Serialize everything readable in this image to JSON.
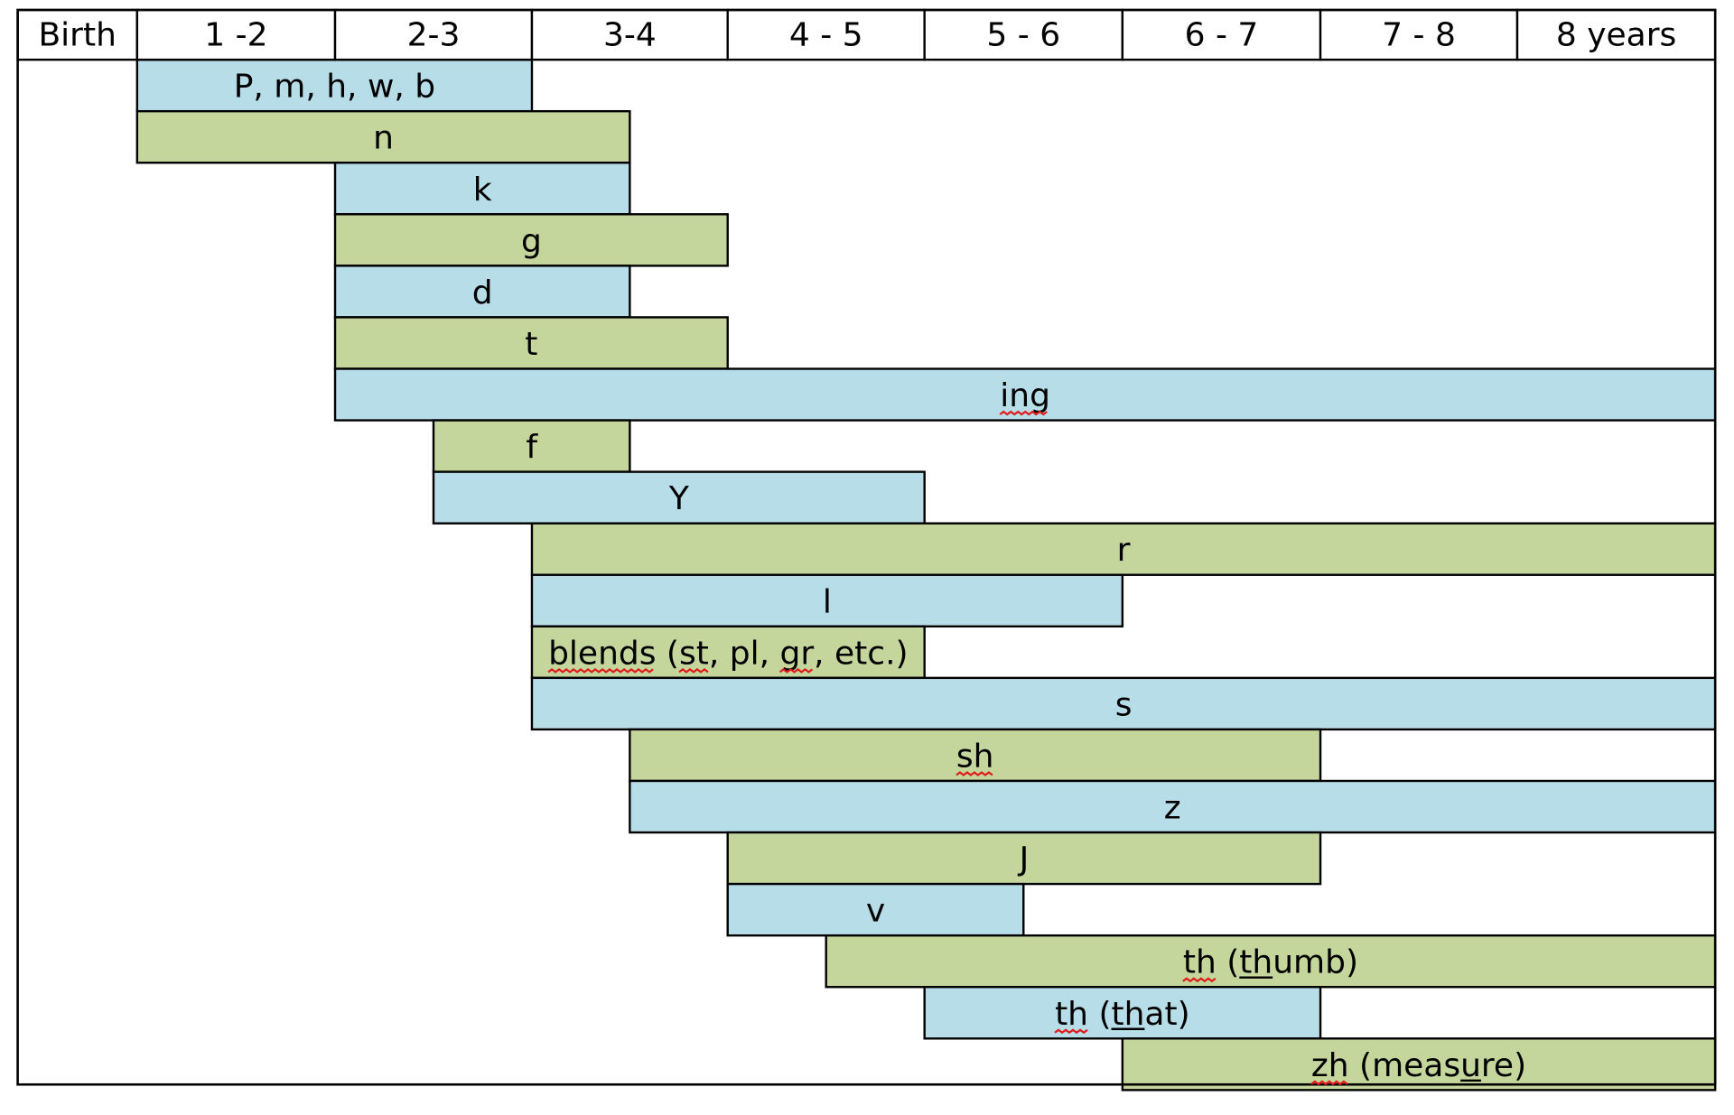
{
  "chart_data": {
    "type": "gantt",
    "columns": [
      "Birth",
      "1 -2",
      "2-3",
      "3-4",
      "4 - 5",
      "5 - 6",
      "6 - 7",
      "7 - 8",
      "8 years"
    ],
    "colors": {
      "blue": "#b7dde8",
      "green": "#c4d69b",
      "border": "#000000"
    },
    "bars": [
      {
        "label": "P, m, h, w, b",
        "start": 1,
        "end": 3,
        "color": "blue"
      },
      {
        "label": "n",
        "start": 1,
        "end": 3.5,
        "color": "green"
      },
      {
        "label": "k",
        "start": 2,
        "end": 3.5,
        "color": "blue"
      },
      {
        "label": "g",
        "start": 2,
        "end": 4,
        "color": "green"
      },
      {
        "label": "d",
        "start": 2,
        "end": 3.5,
        "color": "blue"
      },
      {
        "label": "t",
        "start": 2,
        "end": 4,
        "color": "green"
      },
      {
        "label": "ing",
        "start": 2,
        "end": 9,
        "color": "blue"
      },
      {
        "label": "f",
        "start": 2.5,
        "end": 3.5,
        "color": "green"
      },
      {
        "label": "Y",
        "start": 2.5,
        "end": 5,
        "color": "blue"
      },
      {
        "label": "r",
        "start": 3,
        "end": 9,
        "color": "green"
      },
      {
        "label": "l",
        "start": 3,
        "end": 6,
        "color": "blue"
      },
      {
        "label": "blends (st, pl, gr, etc.)",
        "start": 3,
        "end": 5,
        "color": "green"
      },
      {
        "label": "s",
        "start": 3,
        "end": 9,
        "color": "blue"
      },
      {
        "label": "sh",
        "start": 3.5,
        "end": 7,
        "color": "green"
      },
      {
        "label": "z",
        "start": 3.5,
        "end": 9,
        "color": "blue"
      },
      {
        "label": "J",
        "start": 4,
        "end": 7,
        "color": "green"
      },
      {
        "label": "v",
        "start": 4,
        "end": 5.5,
        "color": "blue"
      },
      {
        "label": "th (thumb)",
        "start": 4.5,
        "end": 9,
        "color": "green"
      },
      {
        "label": "th (that)",
        "start": 5,
        "end": 7,
        "color": "blue"
      },
      {
        "label": "zh (measure)",
        "start": 6,
        "end": 9,
        "color": "green"
      }
    ]
  }
}
